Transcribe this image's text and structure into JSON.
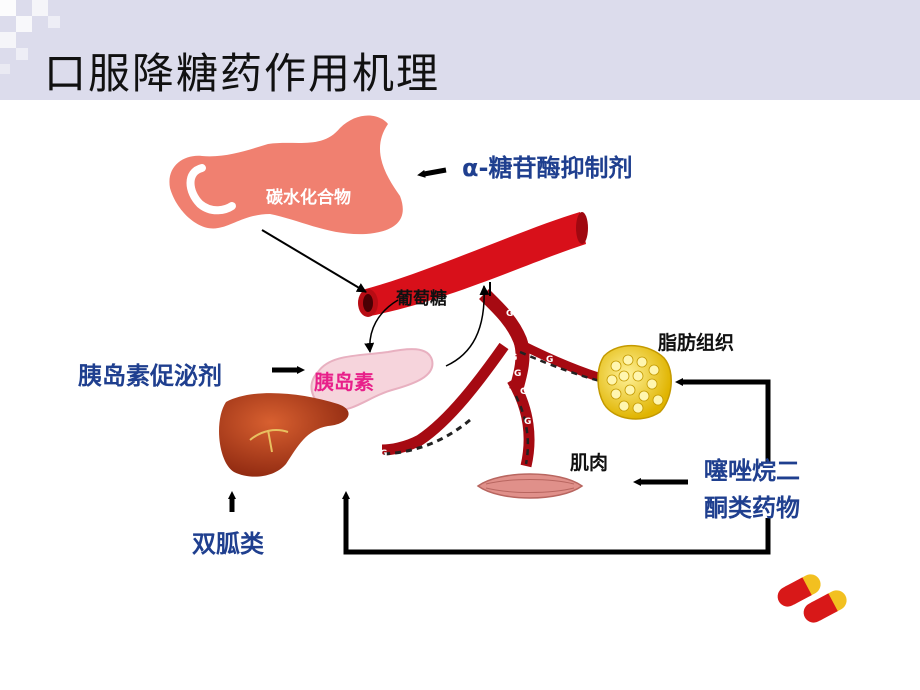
{
  "title": "口服降糖药作用机理",
  "labels": {
    "carbohydrate": "碳水化合物",
    "alpha_glucosidase": "α-糖苷酶抑制剂",
    "glucose": "葡萄糖",
    "insulin_secretagogue": "胰岛素促泌剂",
    "insulin": "胰岛素",
    "biguanides": "双胍类",
    "adipose": "脂肪组织",
    "muscle": "肌肉",
    "tzd_line1": "噻唑烷二",
    "tzd_line2": "酮类药物"
  },
  "vessel_letter": "G",
  "colors": {
    "title_band": "#dcdcec",
    "label_blue": "#1f3f8f",
    "insulin_pink": "#e8208a",
    "vessel_red": "#d8101a",
    "stomach": "#f08070",
    "fat_yellow": "#f2d020",
    "liver": "#b23a1a",
    "muscle": "#e0908a"
  }
}
